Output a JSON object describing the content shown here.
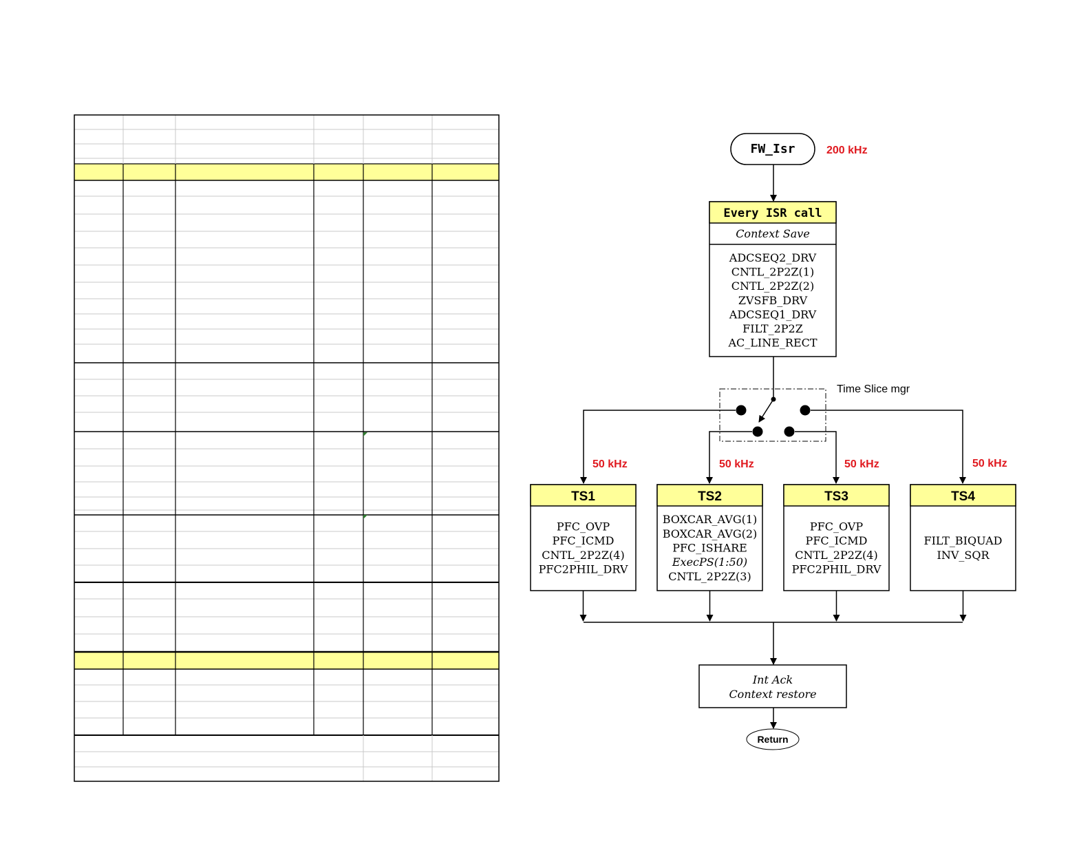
{
  "colors": {
    "header_yellow": "#ffff99",
    "freq_red": "#e0191f",
    "line": "#000000",
    "grid_light": "#c8c8c8"
  },
  "flowchart": {
    "start": {
      "label": "FW_Isr",
      "freq": "200 kHz"
    },
    "every_isr": {
      "title": "Every ISR call",
      "subtitle": "Context Save",
      "items": [
        "ADCSEQ2_DRV",
        "CNTL_2P2Z(1)",
        "CNTL_2P2Z(2)",
        "ZVSFB_DRV",
        "ADCSEQ1_DRV",
        "FILT_2P2Z",
        "AC_LINE_RECT"
      ]
    },
    "time_slice_label": "Time Slice mgr",
    "slices": [
      {
        "title": "TS1",
        "freq": "50 kHz",
        "items": [
          "PFC_OVP",
          "PFC_ICMD",
          "CNTL_2P2Z(4)",
          "PFC2PHIL_DRV"
        ],
        "italic_index": -1
      },
      {
        "title": "TS2",
        "freq": "50 kHz",
        "items": [
          "BOXCAR_AVG(1)",
          "BOXCAR_AVG(2)",
          "PFC_ISHARE",
          "ExecPS(1:50)",
          "CNTL_2P2Z(3)"
        ],
        "italic_index": 3
      },
      {
        "title": "TS3",
        "freq": "50 kHz",
        "items": [
          "PFC_OVP",
          "PFC_ICMD",
          "CNTL_2P2Z(4)",
          "PFC2PHIL_DRV"
        ],
        "italic_index": -1
      },
      {
        "title": "TS4",
        "freq": "50 kHz",
        "items": [
          "FILT_BIQUAD",
          "INV_SQR"
        ],
        "italic_index": -1
      }
    ],
    "int_ack": {
      "line1": "Int Ack",
      "line2": "Context restore"
    },
    "end": {
      "label": "Return"
    }
  }
}
